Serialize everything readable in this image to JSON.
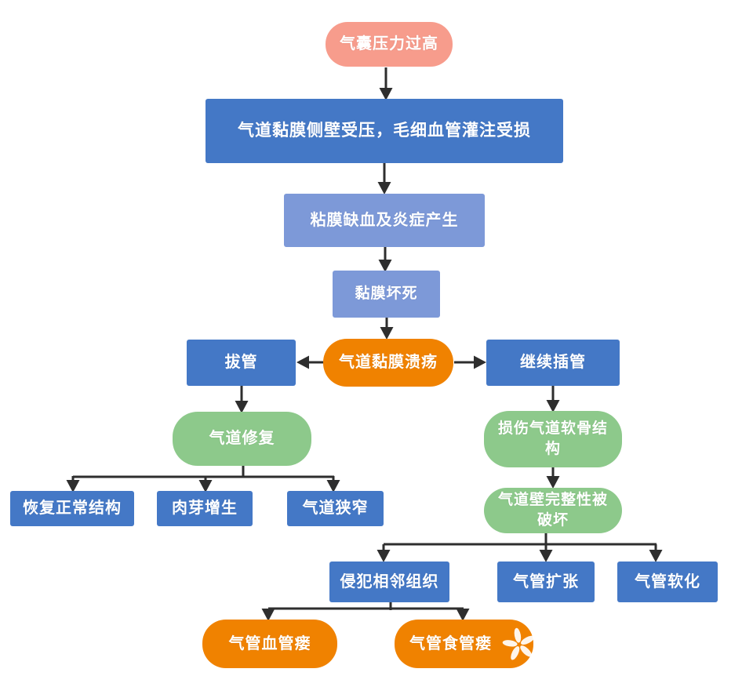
{
  "diagram": {
    "type": "flowchart",
    "language": "zh",
    "nodes": {
      "cuff_pressure": "气囊压力过高",
      "mucosa_wall_compressed": "气道黏膜侧壁受压，毛细血管灌注受损",
      "mucosa_ischemia": "粘膜缺血及炎症产生",
      "mucosa_necrosis": "黏膜坏死",
      "mucosa_ulcer": "气道黏膜溃疡",
      "extubation": "拔管",
      "continued_intubation": "继续插管",
      "airway_repair": "气道修复",
      "restore_normal_structure": "恢复正常结构",
      "granulation_hyperplasia": "肉芽增生",
      "airway_stenosis": "气道狭窄",
      "cartilage_structure_damage": "损伤气道软骨结构",
      "wall_integrity_destroyed": "气道壁完整性被破坏",
      "invade_adjacent_tissue": "侵犯相邻组织",
      "tracheal_dilation": "气管扩张",
      "tracheomalacia": "气管软化",
      "tracheovascular_fistula": "气管血管瘘",
      "tracheoesophageal_fistula": "气管食管瘘"
    },
    "colors": {
      "salmon_node": "#F79C8C",
      "blue_node": "#4478C6",
      "light_blue_node": "#7D99D8",
      "orange_node": "#F08200",
      "green_node": "#8DC98B",
      "connector": "#2E2E2E",
      "node_text": "#FFFFFF",
      "background": "#FFFFFF"
    },
    "watermark": "flower-petals-icon"
  }
}
